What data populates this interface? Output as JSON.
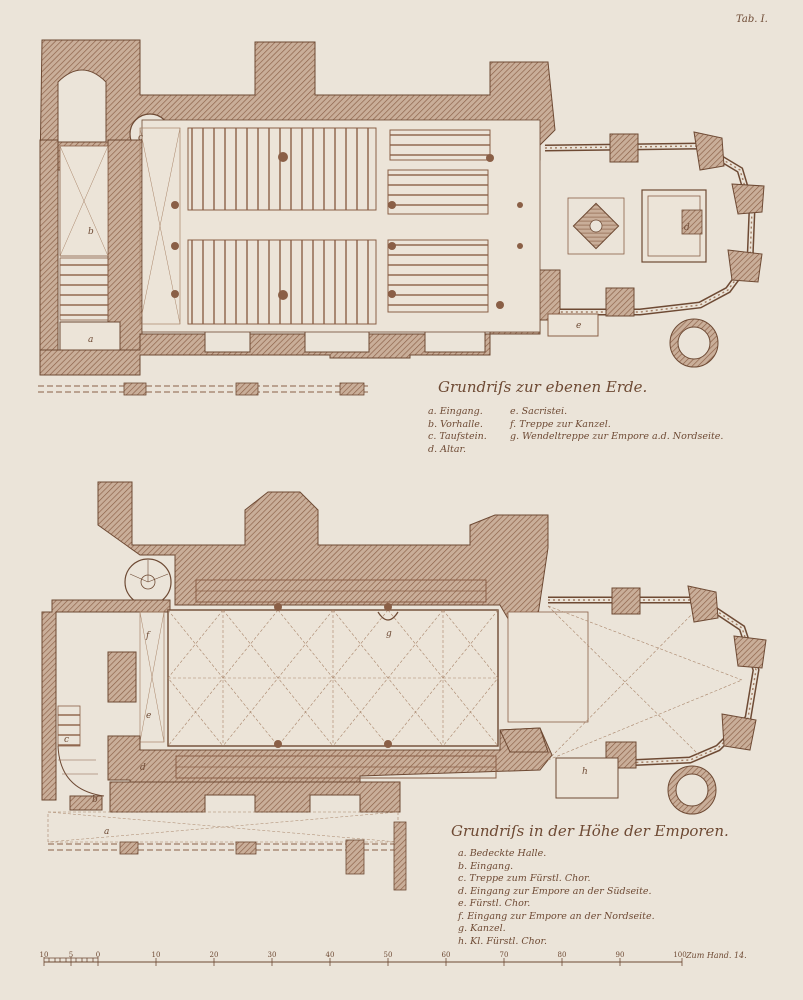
{
  "plate_number": "Tab. I.",
  "plan_ground": {
    "title": "Grundriſs zur ebenen Erde.",
    "legend_col1": [
      "a. Eingang.",
      "b. Vorhalle.",
      "c. Taufstein.",
      "d. Altar."
    ],
    "legend_col2": [
      "e. Sacristei.",
      "f. Treppe zur Kanzel.",
      "g. Wendeltreppe zur Empore a.d. Nordseite."
    ],
    "room_letters": [
      "a",
      "b",
      "c",
      "d",
      "e"
    ]
  },
  "plan_gallery": {
    "title": "Grundriſs in der Höhe der Emporen.",
    "legend": [
      "a. Bedeckte Halle.",
      "b. Eingang.",
      "c. Treppe zum Fürstl. Chor.",
      "d. Eingang zur Empore an der Südseite.",
      "e. Fürstl. Chor.",
      "f. Eingang zur Empore an der Nordseite.",
      "g. Kanzel.",
      "h. Kl. Fürstl. Chor."
    ],
    "room_letters": [
      "a",
      "b",
      "c",
      "d",
      "e",
      "f",
      "g",
      "h"
    ]
  },
  "scale_bar": {
    "labels": [
      "10",
      "5",
      "0",
      "10",
      "20",
      "30",
      "40",
      "50",
      "60",
      "70",
      "80",
      "90",
      "100"
    ]
  },
  "engraver_mark": "Zum Hand. 14.",
  "colors": {
    "paper": "#ebe4d9",
    "ink": "#6e4a34",
    "wall_fill": "#c7ac98",
    "hatch": "#8a5f46",
    "faint": "#b89a84"
  }
}
